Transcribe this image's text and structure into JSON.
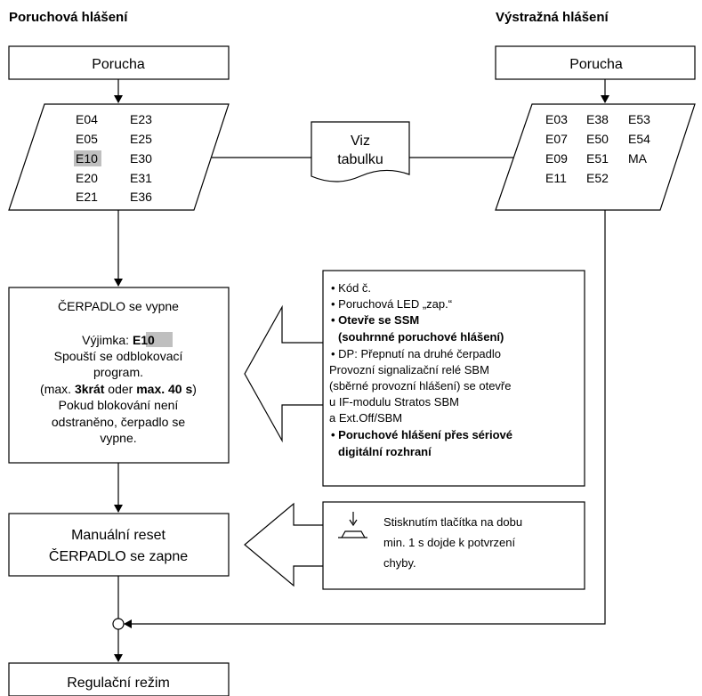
{
  "headings": {
    "left": "Poruchová hlášení",
    "right": "Výstražná hlášení"
  },
  "left_fault_box": "Porucha",
  "right_fault_box": "Porucha",
  "left_codes": {
    "col1": [
      "E04",
      "E05",
      "E10",
      "E20",
      "E21"
    ],
    "col2": [
      "E23",
      "E25",
      "E30",
      "E31",
      "E36"
    ],
    "highlighted": "E10"
  },
  "right_codes": {
    "col1": [
      "E03",
      "E07",
      "E09",
      "E11"
    ],
    "col2": [
      "E38",
      "E50",
      "E51",
      "E52"
    ],
    "col3": [
      "E53",
      "E54",
      "MA"
    ]
  },
  "see_table": {
    "line1": "Viz",
    "line2": "tabulku"
  },
  "pump_off_box": {
    "line1": "ČERPADLO se vypne",
    "exception_label": "Výjimka: ",
    "exception_code": "E10",
    "line3": "Spouští se odblokovací",
    "line4": "program.",
    "line5_a": "(max. ",
    "line5_b": "3krát",
    "line5_c": " oder ",
    "line5_d": "max. 40 s",
    "line5_e": ")",
    "line6": "Pokud blokování není",
    "line7": "odstraněno, čerpadlo se",
    "line8": "vypne."
  },
  "info_box": {
    "items": [
      "• Kód č.",
      "• Poruchová LED „zap.“",
      "• Otevře se SSM",
      "(souhrnné poruchové hlášení)",
      "• DP: Přepnutí na druhé čerpadlo",
      "Provozní signalizační relé SBM",
      "(sběrné provozní hlášení) se otevře",
      "u IF-modulu Stratos SBM",
      "a Ext.Off/SBM",
      "• Poruchové hlášení přes sériové",
      "digitální rozhraní"
    ]
  },
  "manual_reset_box": {
    "line1": "Manuální reset",
    "line2": "ČERPADLO se zapne"
  },
  "button_note": {
    "line1": "Stisknutím tlačítka na dobu",
    "line2": "min. 1 s dojde k potvrzení",
    "line3": "chyby."
  },
  "control_mode_box": "Regulační režim"
}
